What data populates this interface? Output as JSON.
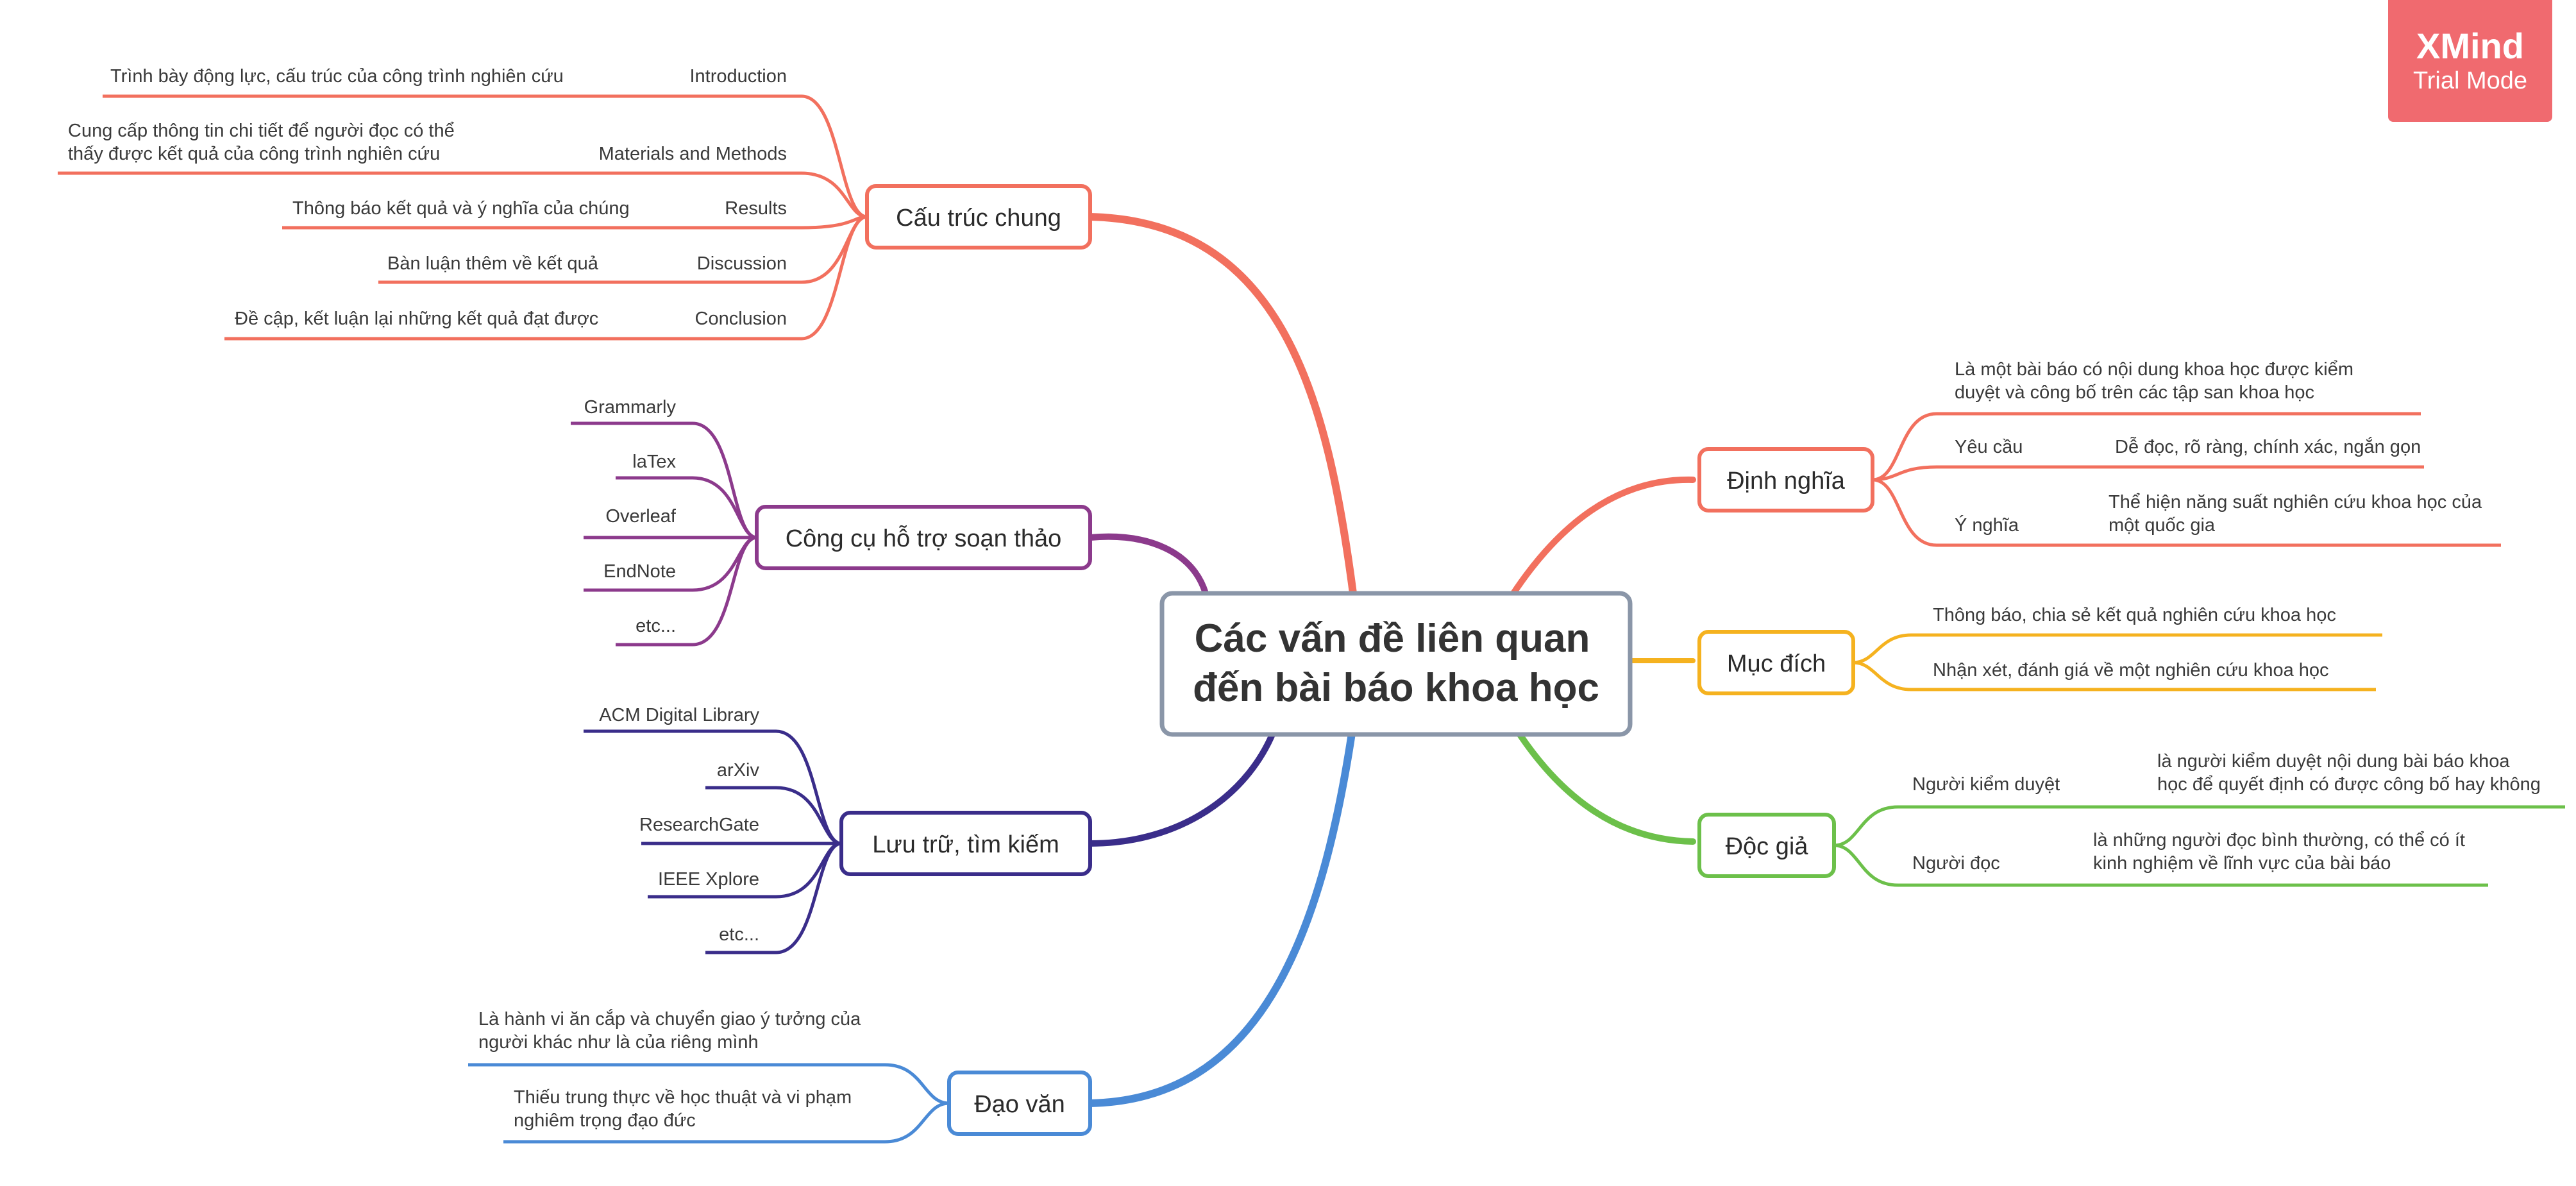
{
  "watermark": {
    "logo": "XMind",
    "mode": "Trial Mode",
    "color": "#f06a6f"
  },
  "root": {
    "line1": "Các vấn đề liên quan",
    "line2": "đến bài báo khoa học",
    "border": "#8a96a8"
  },
  "colors": {
    "structure": "#f2705e",
    "definition": "#f2705e",
    "purpose": "#f5b21f",
    "readers": "#6cc04a",
    "tools": "#8c3a8c",
    "storage": "#3a2d8a",
    "plagiarism": "#4a8ad6"
  },
  "structure": {
    "title": "Cấu trúc chung",
    "items": [
      {
        "label": "Introduction",
        "desc": "Trình bày động lực, cấu trúc của công trình nghiên cứu"
      },
      {
        "label": "Materials and Methods",
        "desc_line1": "Cung cấp thông tin chi tiết để người đọc có thể",
        "desc_line2": "thấy được kết quả của công trình nghiên cứu"
      },
      {
        "label": "Results",
        "desc": "Thông báo kết quả và ý nghĩa của chúng"
      },
      {
        "label": "Discussion",
        "desc": "Bàn luận thêm về kết quả"
      },
      {
        "label": "Conclusion",
        "desc": "Đề cập, kết luận lại những kết quả đạt được"
      }
    ]
  },
  "tools": {
    "title": "Công cụ hỗ trợ soạn thảo",
    "items": [
      "Grammarly",
      "laTex",
      "Overleaf",
      "EndNote",
      "etc..."
    ]
  },
  "storage": {
    "title": "Lưu trữ, tìm kiếm",
    "items": [
      "ACM Digital Library",
      "arXiv",
      "ResearchGate",
      "IEEE Xplore",
      "etc..."
    ]
  },
  "plagiarism": {
    "title": "Đạo văn",
    "item1_line1": "Là hành vi ăn cắp và chuyển giao ý tưởng của",
    "item1_line2": "người khác như là của riêng mình",
    "item2_line1": "Thiếu trung thực về học thuật và vi phạm",
    "item2_line2": "nghiêm trọng đạo đức"
  },
  "definition": {
    "title": "Định nghĩa",
    "item1_line1": "Là một bài báo có nội dung khoa học được kiểm",
    "item1_line2": "duyệt và công bố trên các tập san khoa học",
    "req_label": "Yêu cầu",
    "req_desc": "Dễ đọc, rõ ràng, chính xác, ngắn gọn",
    "mean_label": "Ý nghĩa",
    "mean_line1": "Thể hiện năng suất nghiên cứu khoa học của",
    "mean_line2": "một quốc gia"
  },
  "purpose": {
    "title": "Mục đích",
    "item1": "Thông báo, chia sẻ kết quả nghiên cứu khoa học",
    "item2": "Nhận xét, đánh giá về một nghiên cứu khoa học"
  },
  "readers": {
    "title": "Độc giả",
    "rev_label": "Người kiểm duyệt",
    "rev_line1": "là người kiểm duyệt nội dung bài báo khoa",
    "rev_line2": "học để quyết định có được công bố hay không",
    "read_label": "Người đọc",
    "read_line1": "là những người đọc bình thường, có thể có ít",
    "read_line2": "kinh nghiệm về lĩnh vực của bài báo"
  }
}
